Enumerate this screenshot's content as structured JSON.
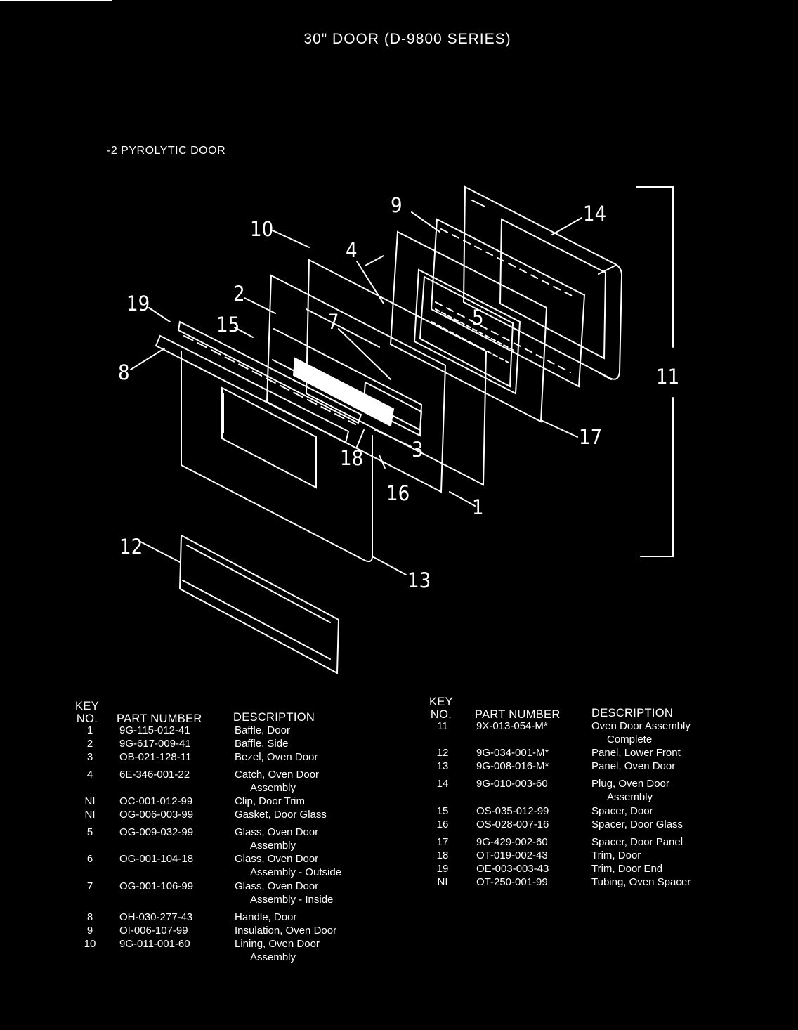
{
  "header": {
    "title": "30\" DOOR (D-9800 SERIES)",
    "subtitle": "-2 PYROLYTIC DOOR"
  },
  "callouts": [
    "9",
    "14",
    "10",
    "4",
    "19",
    "2",
    "15",
    "7",
    "5",
    "8",
    "11",
    "17",
    "18",
    "3",
    "16",
    "1",
    "12",
    "13"
  ],
  "parts_left": {
    "headers": {
      "key": "KEY\nNO.",
      "part": "PART NUMBER",
      "desc": "DESCRIPTION"
    },
    "rows": [
      {
        "key": "1",
        "part": "9G-115-012-41",
        "desc": "Baffle, Door",
        "desc2": ""
      },
      {
        "key": "2",
        "part": "9G-617-009-41",
        "desc": "Baffle, Side",
        "desc2": ""
      },
      {
        "key": "3",
        "part": "OB-021-128-11",
        "desc": "Bezel, Oven Door",
        "desc2": ""
      },
      {
        "key": "4",
        "part": "6E-346-001-22",
        "desc": "Catch, Oven Door",
        "desc2": "Assembly"
      },
      {
        "key": "NI",
        "part": "OC-001-012-99",
        "desc": "Clip, Door Trim",
        "desc2": ""
      },
      {
        "key": "NI",
        "part": "OG-006-003-99",
        "desc": "Gasket, Door Glass",
        "desc2": ""
      },
      {
        "key": "5",
        "part": "OG-009-032-99",
        "desc": "Glass, Oven Door",
        "desc2": "Assembly"
      },
      {
        "key": "6",
        "part": "OG-001-104-18",
        "desc": "Glass, Oven Door",
        "desc2": "Assembly - Outside"
      },
      {
        "key": "7",
        "part": "OG-001-106-99",
        "desc": "Glass, Oven Door",
        "desc2": "Assembly - Inside"
      },
      {
        "key": "8",
        "part": "OH-030-277-43",
        "desc": "Handle, Door",
        "desc2": ""
      },
      {
        "key": "9",
        "part": "OI-006-107-99",
        "desc": "Insulation, Oven Door",
        "desc2": ""
      },
      {
        "key": "10",
        "part": "9G-011-001-60",
        "desc": "Lining, Oven Door",
        "desc2": "Assembly"
      }
    ]
  },
  "parts_right": {
    "headers": {
      "key": "KEY\nNO.",
      "part": "PART NUMBER",
      "desc": "DESCRIPTION"
    },
    "rows": [
      {
        "key": "11",
        "part": "9X-013-054-M*",
        "desc": "Oven Door Assembly",
        "desc2": "Complete"
      },
      {
        "key": "12",
        "part": "9G-034-001-M*",
        "desc": "Panel, Lower Front",
        "desc2": ""
      },
      {
        "key": "13",
        "part": "9G-008-016-M*",
        "desc": "Panel, Oven Door",
        "desc2": ""
      },
      {
        "key": "14",
        "part": "9G-010-003-60",
        "desc": "Plug, Oven Door",
        "desc2": "Assembly"
      },
      {
        "key": "15",
        "part": "OS-035-012-99",
        "desc": "Spacer, Door",
        "desc2": ""
      },
      {
        "key": "16",
        "part": "OS-028-007-16",
        "desc": "Spacer, Door Glass",
        "desc2": ""
      },
      {
        "key": "17",
        "part": "9G-429-002-60",
        "desc": "Spacer, Door Panel",
        "desc2": ""
      },
      {
        "key": "18",
        "part": "OT-019-002-43",
        "desc": "Trim, Door",
        "desc2": ""
      },
      {
        "key": "19",
        "part": "OE-003-003-43",
        "desc": "Trim, Door End",
        "desc2": ""
      },
      {
        "key": "NI",
        "part": "OT-250-001-99",
        "desc": "Tubing, Oven Spacer",
        "desc2": ""
      }
    ]
  }
}
